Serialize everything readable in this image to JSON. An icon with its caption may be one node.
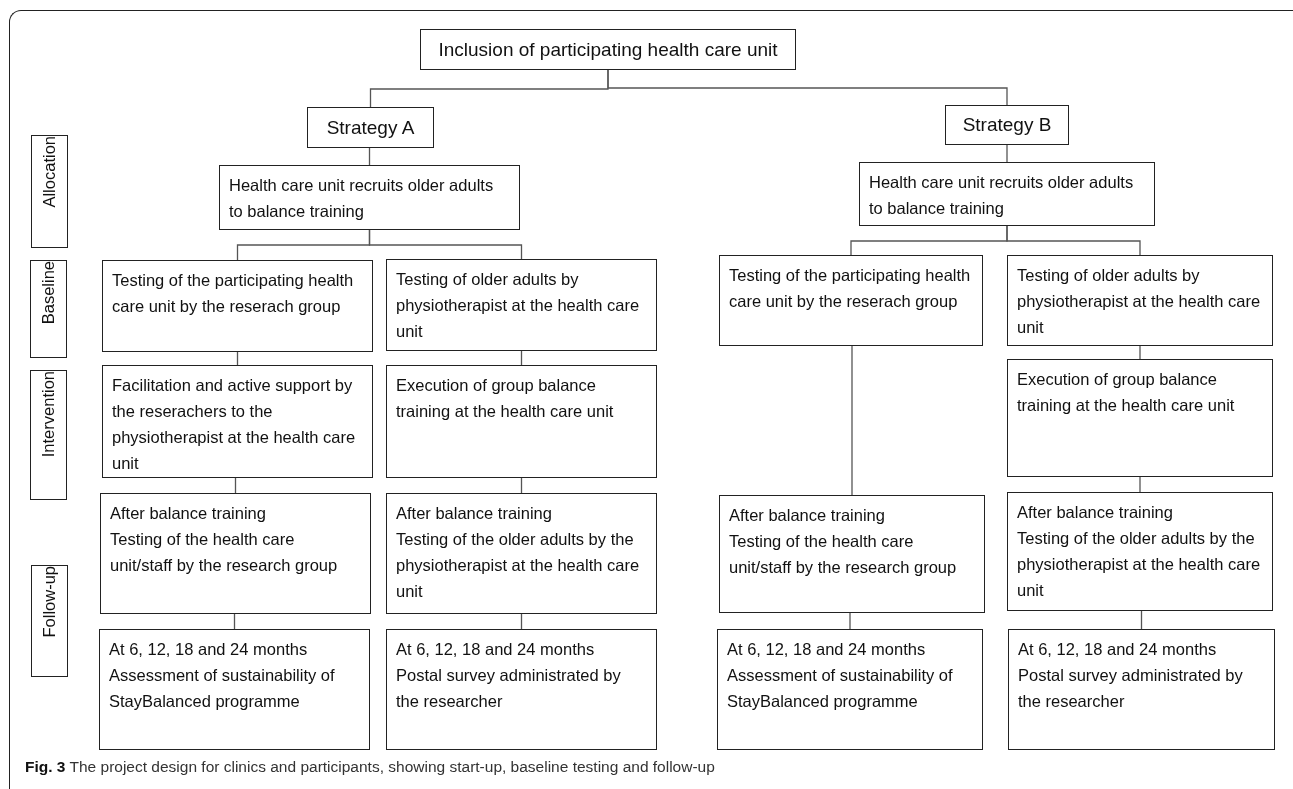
{
  "diagram": {
    "caption": "**Fig. 3** The project design for clinics and participants, showing start-up, baseline testing and follow-up",
    "nodes": [
      {
        "text": [
          "Inclusion of participating health care unit"
        ]
      },
      {
        "text": [
          "Allocation"
        ]
      },
      {
        "text": [
          "Baseline"
        ]
      },
      {
        "text": [
          "Intervention"
        ]
      },
      {
        "text": [
          "Follow-up"
        ]
      },
      {
        "text": [
          "Strategy A"
        ]
      },
      {
        "text": [
          "Health care unit recruits older adults to balance training"
        ]
      },
      {
        "text": [
          "Testing of the participating health care unit by the reserach group"
        ]
      },
      {
        "text": [
          "Testing of older adults by physiotherapist at the health care unit"
        ]
      },
      {
        "text": [
          "Facilitation and active support by the reserachers to the physiotherapist at the health care unit"
        ]
      },
      {
        "text": [
          "Execution of group balance training at the health care unit"
        ]
      },
      {
        "text": [
          "After balance training",
          "Testing of the health care unit/staff by the research group"
        ]
      },
      {
        "text": [
          "After balance training",
          "Testing of the older adults by the physiotherapist at the health care unit"
        ]
      },
      {
        "text": [
          "At 6, 12, 18 and 24 months",
          "Assessment of sustainability of StayBalanced programme"
        ]
      },
      {
        "text": [
          "At 6, 12, 18 and 24 months",
          "Postal survey administrated by the researcher"
        ]
      },
      {
        "text": [
          "Strategy B"
        ]
      },
      {
        "text": [
          "Health care unit recruits older adults to balance training"
        ]
      },
      {
        "text": [
          "Testing of the participating health care unit by the reserach group"
        ]
      },
      {
        "text": [
          "Testing of older adults by physiotherapist at the health care unit"
        ]
      },
      {
        "text": [
          "Execution of group balance training at the health care unit"
        ]
      },
      {
        "text": [
          "After balance training",
          "Testing of the health care unit/staff by the research group"
        ]
      },
      {
        "text": [
          "After balance training",
          "Testing of the older adults by the physiotherapist at the health care unit"
        ]
      },
      {
        "text": [
          "At 6, 12, 18 and 24 months",
          "Assessment of sustainability of StayBalanced programme"
        ]
      },
      {
        "text": [
          "At 6, 12, 18 and 24 months",
          "Postal survey administrated by the researcher"
        ]
      }
    ],
    "edges": [
      {
        "from": 0,
        "to": 5,
        "arrow": "none"
      },
      {
        "from": 0,
        "to": 15,
        "arrow": "none"
      },
      {
        "from": 5,
        "to": 6,
        "arrow": "none"
      },
      {
        "from": 6,
        "to": 7,
        "arrow": "none"
      },
      {
        "from": 6,
        "to": 8,
        "arrow": "none"
      },
      {
        "from": 7,
        "to": 9,
        "arrow": "none"
      },
      {
        "from": 8,
        "to": 10,
        "arrow": "none"
      },
      {
        "from": 9,
        "to": 11,
        "arrow": "none"
      },
      {
        "from": 10,
        "to": 12,
        "arrow": "none"
      },
      {
        "from": 11,
        "to": 13,
        "arrow": "none"
      },
      {
        "from": 12,
        "to": 14,
        "arrow": "none"
      },
      {
        "from": 15,
        "to": 16,
        "arrow": "none"
      },
      {
        "from": 16,
        "to": 17,
        "arrow": "none"
      },
      {
        "from": 16,
        "to": 18,
        "arrow": "none"
      },
      {
        "from": 17,
        "to": 20,
        "arrow": "none"
      },
      {
        "from": 18,
        "to": 19,
        "arrow": "none"
      },
      {
        "from": 19,
        "to": 21,
        "arrow": "none"
      },
      {
        "from": 20,
        "to": 22,
        "arrow": "none"
      },
      {
        "from": 21,
        "to": 23,
        "arrow": "none"
      }
    ]
  }
}
